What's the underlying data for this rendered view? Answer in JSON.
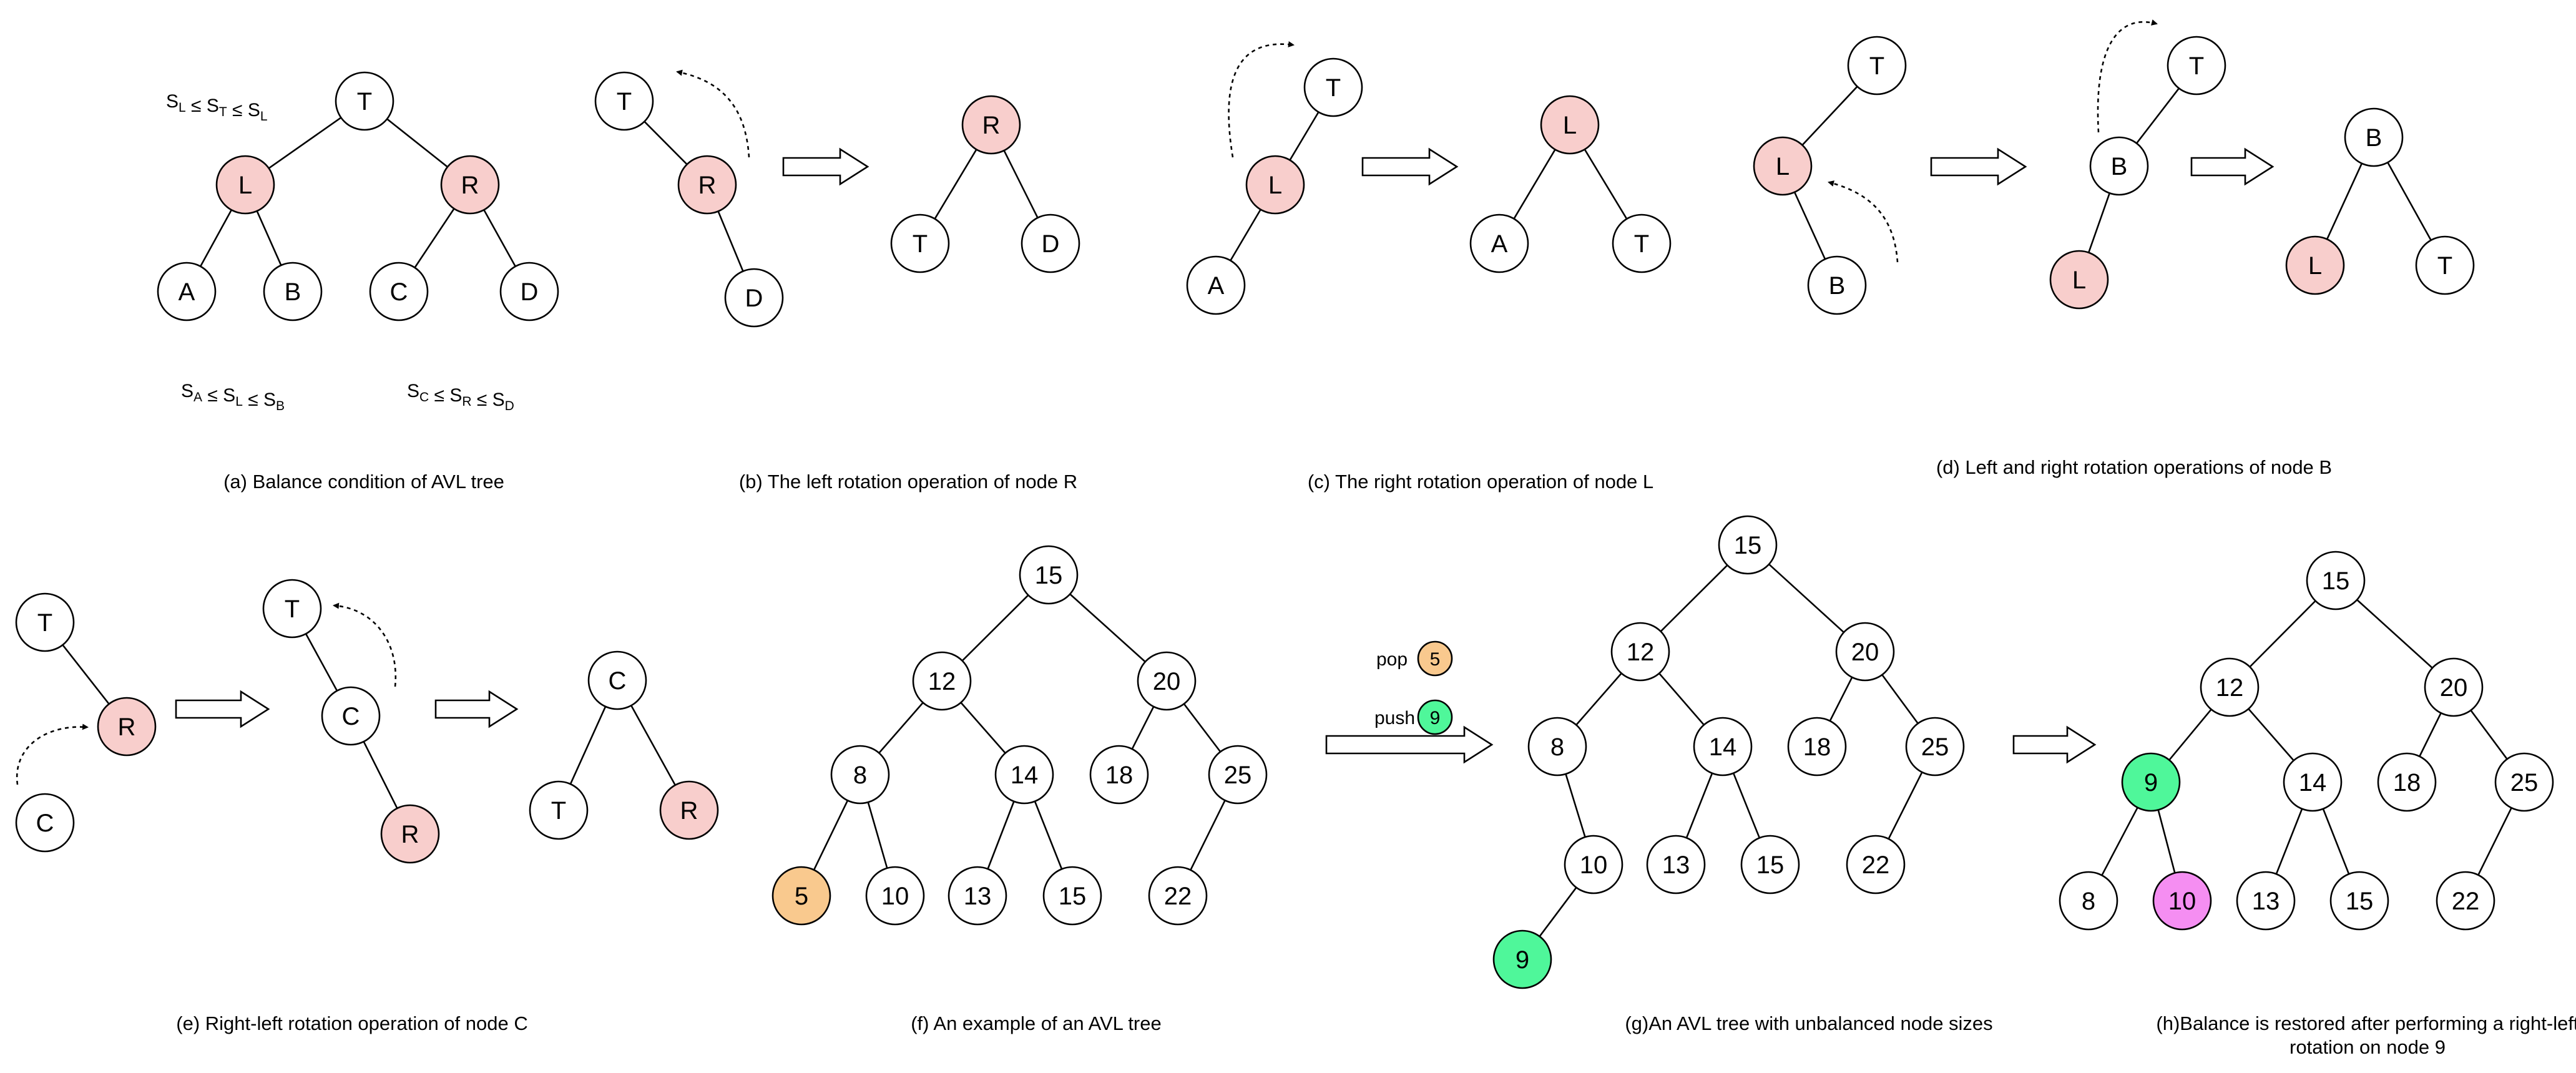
{
  "colors": {
    "white": "#ffffff",
    "pink": "#f8cecc",
    "orange": "#f9c98e",
    "green": "#4ff79a",
    "magenta": "#f58ef2",
    "line": "#000000"
  },
  "captions": {
    "a": "(a) Balance condition of AVL tree",
    "b": "(b) The left rotation operation of node R",
    "c": "(c) The right rotation operation of node L",
    "d": "(d) Left and right rotation operations of node B",
    "e": "(e) Right-left rotation operation of node C",
    "f": "(f) An example of an AVL tree",
    "g": "(g)An AVL tree with unbalanced node sizes",
    "h_line1": "(h)Balance is restored after performing a right-left",
    "h_line2": "rotation on node 9"
  },
  "conditions": {
    "top": [
      {
        "t": "S",
        "sub": "L"
      },
      {
        "t": " ≤ S",
        "sub": "T"
      },
      {
        "t": " ≤ S",
        "sub": "L"
      }
    ],
    "left": [
      {
        "t": "S",
        "sub": "A"
      },
      {
        "t": " ≤ S",
        "sub": "L"
      },
      {
        "t": " ≤ S",
        "sub": "B"
      }
    ],
    "right": [
      {
        "t": "S",
        "sub": "C"
      },
      {
        "t": " ≤ S",
        "sub": "R"
      },
      {
        "t": " ≤ S",
        "sub": "D"
      }
    ]
  },
  "ops": {
    "pop_label": "pop",
    "pop_value": "5",
    "push_label": "push",
    "push_value": "9"
  },
  "nodes": {
    "a_T": "T",
    "a_L": "L",
    "a_R": "R",
    "a_A": "A",
    "a_B": "B",
    "a_C": "C",
    "a_D": "D",
    "b1_T": "T",
    "b1_R": "R",
    "b1_D": "D",
    "b2_R": "R",
    "b2_T": "T",
    "b2_D": "D",
    "c1_T": "T",
    "c1_L": "L",
    "c1_A": "A",
    "c2_L": "L",
    "c2_A": "A",
    "c2_T": "T",
    "d1_T": "T",
    "d1_L": "L",
    "d1_B": "B",
    "d2_T": "T",
    "d2_B": "B",
    "d2_L": "L",
    "d3_B": "B",
    "d3_L": "L",
    "d3_T": "T",
    "e1_T": "T",
    "e1_R": "R",
    "e1_C": "C",
    "e2_T": "T",
    "e2_C": "C",
    "e2_R": "R",
    "e3_C": "C",
    "e3_T": "T",
    "e3_R": "R",
    "f_15": "15",
    "f_12": "12",
    "f_20": "20",
    "f_8": "8",
    "f_14": "14",
    "f_18": "18",
    "f_25": "25",
    "f_5": "5",
    "f_10": "10",
    "f_13": "13",
    "f_15b": "15",
    "f_22": "22",
    "g_15": "15",
    "g_12": "12",
    "g_20": "20",
    "g_8": "8",
    "g_14": "14",
    "g_18": "18",
    "g_25": "25",
    "g_10": "10",
    "g_13": "13",
    "g_15b": "15",
    "g_22": "22",
    "g_9": "9",
    "h_15": "15",
    "h_12": "12",
    "h_20": "20",
    "h_9": "9",
    "h_14": "14",
    "h_18": "18",
    "h_25": "25",
    "h_8": "8",
    "h_10": "10",
    "h_13": "13",
    "h_15b": "15",
    "h_22": "22"
  },
  "node_fill": {
    "a_L": "pink",
    "a_R": "pink",
    "b1_R": "pink",
    "b2_R": "pink",
    "c1_L": "pink",
    "c2_L": "pink",
    "d1_L": "pink",
    "d2_L": "pink",
    "d3_L": "pink",
    "e1_R": "pink",
    "e2_R": "pink",
    "e3_R": "pink",
    "f_5": "orange",
    "g_9": "green",
    "h_9": "green",
    "h_10": "magenta"
  }
}
